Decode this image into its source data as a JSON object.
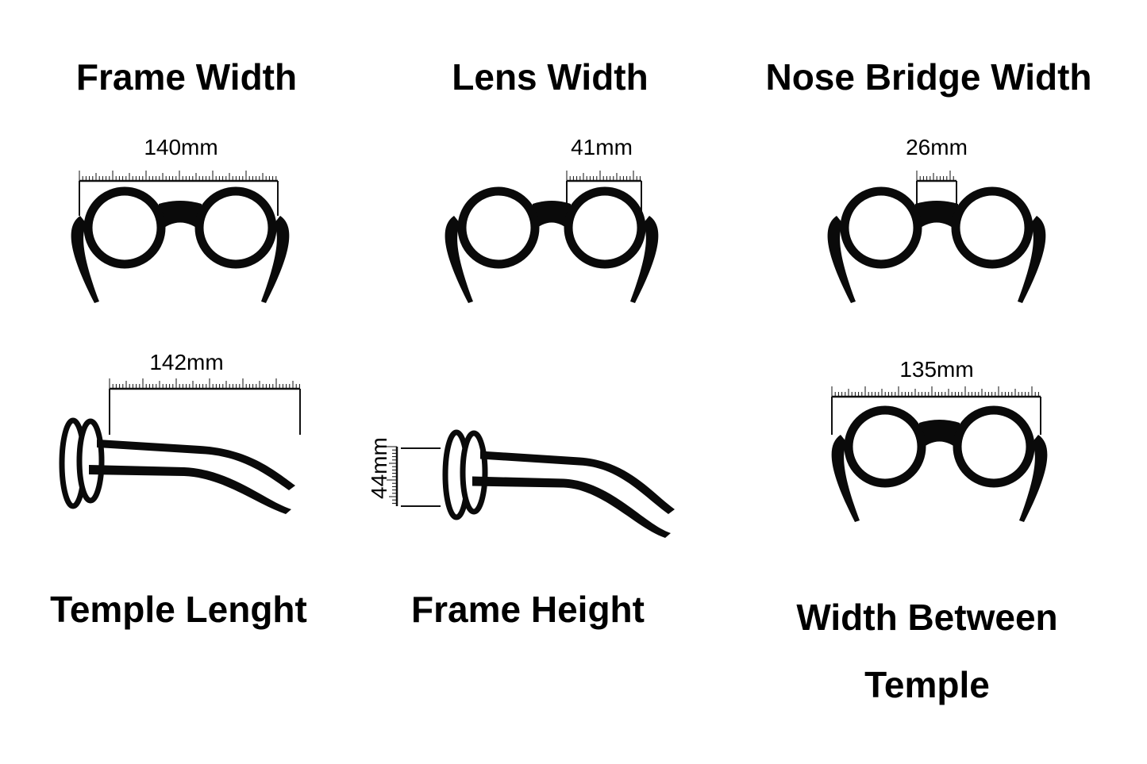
{
  "panels": {
    "frame_width": {
      "title": "Frame Width",
      "value": "140mm"
    },
    "lens_width": {
      "title": "Lens Width",
      "value": "41mm"
    },
    "nose_bridge_width": {
      "title": "Nose Bridge Width",
      "value": "26mm"
    },
    "temple_length": {
      "title": "Temple Lenght",
      "value": "142mm"
    },
    "frame_height": {
      "title": "Frame Height",
      "value": "44mm"
    },
    "width_between_temple": {
      "title_line1": "Width Between",
      "title_line2": "Temple",
      "value": "135mm"
    }
  },
  "colors": {
    "frame": "#0a0a0a",
    "ruler": "#111111",
    "background": "#ffffff"
  }
}
